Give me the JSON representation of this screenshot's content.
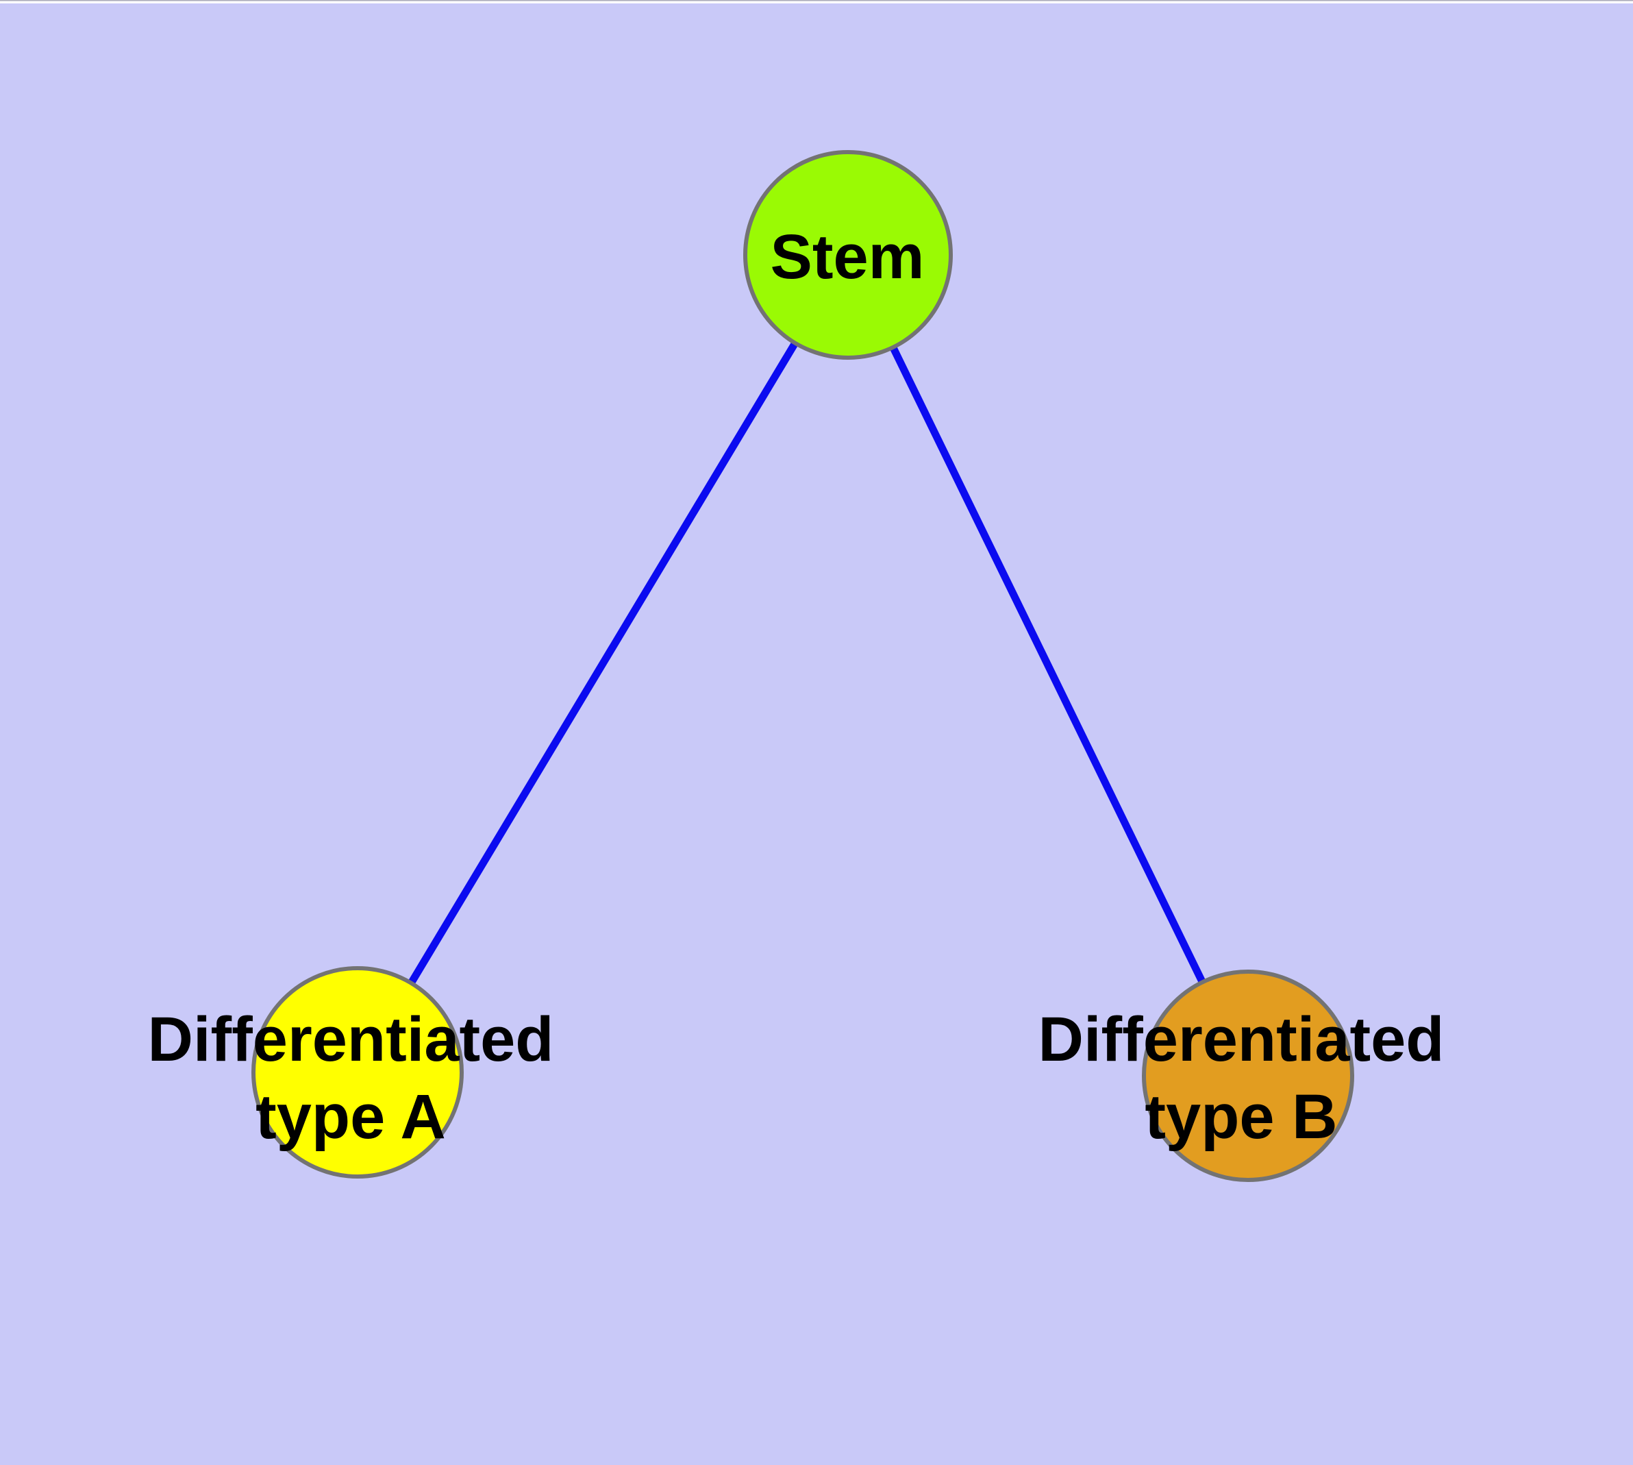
{
  "diagram": {
    "type": "graph",
    "description": "Cell differentiation graph: Stem node connected to two differentiated cell type nodes",
    "background_color": "#c9c9f8",
    "edge_color": "#0b0bf0",
    "node_border_color": "#737373",
    "text_color": "#000000",
    "nodes": [
      {
        "id": "stem",
        "label": "Stem",
        "fill": "#9afa04"
      },
      {
        "id": "typeA",
        "label_line1": "Differentiated",
        "label_line2": "type A",
        "fill": "#ffff00"
      },
      {
        "id": "typeB",
        "label_line1": "Differentiated",
        "label_line2": "type B",
        "fill": "#e29d20"
      }
    ],
    "edges": [
      {
        "from": "Stem",
        "to": "Differentiated type A"
      },
      {
        "from": "Stem",
        "to": "Differentiated type B"
      }
    ]
  }
}
